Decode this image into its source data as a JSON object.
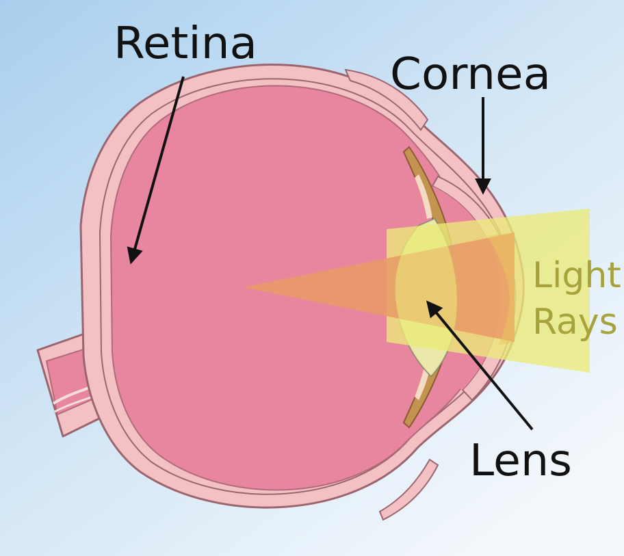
{
  "labels": {
    "retina": "Retina",
    "cornea": "Cornea",
    "light_line1": "Light",
    "light_line2": "Rays",
    "lens": "Lens"
  },
  "colors": {
    "background_top": "#b3d4ee",
    "background_bottom": "#f3f7fb",
    "eyeball_interior": "#e8859f",
    "eye_wall": "#f3c0c3",
    "eye_wall_stroke": "#9b6570",
    "lens_fill": "#ebe8e8",
    "light_yellow": "#eaea79",
    "light_orange": "#e99a66",
    "label_black": "#111111",
    "light_label": "#a6a23c",
    "ciliary_brown": "#c39350"
  }
}
